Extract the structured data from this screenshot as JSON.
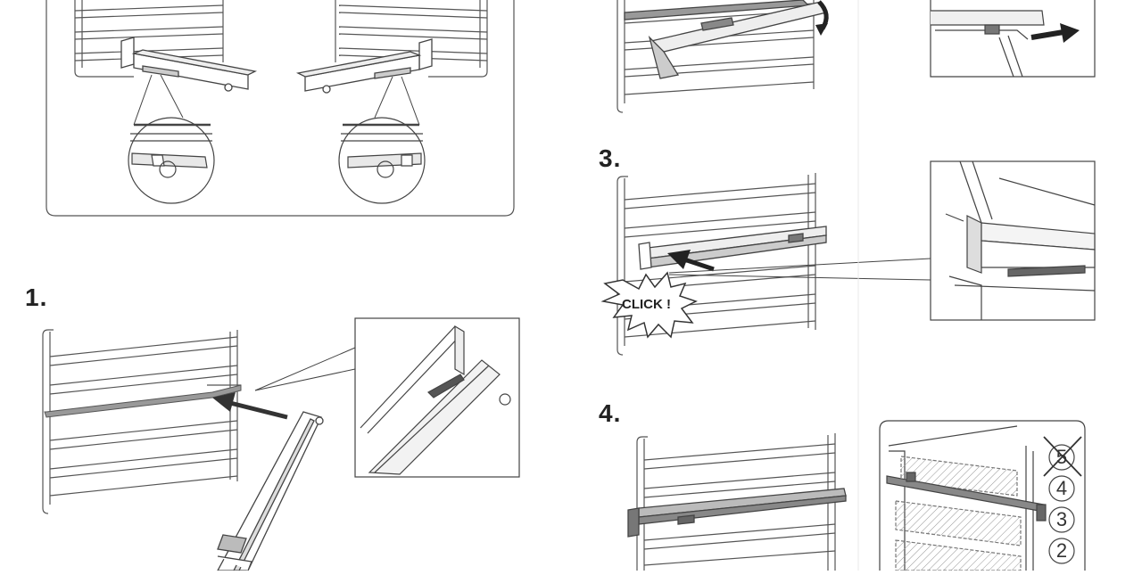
{
  "steps": {
    "step1": "1.",
    "step3": "3.",
    "step4": "4."
  },
  "click_label": "CLICK !",
  "rack_levels": {
    "level5": "5",
    "level4": "4",
    "level3": "3",
    "level2": "2"
  },
  "colors": {
    "line": "#444444",
    "rail": "#777777",
    "panel_border": "#555555",
    "shade": "#bbbbbb"
  }
}
